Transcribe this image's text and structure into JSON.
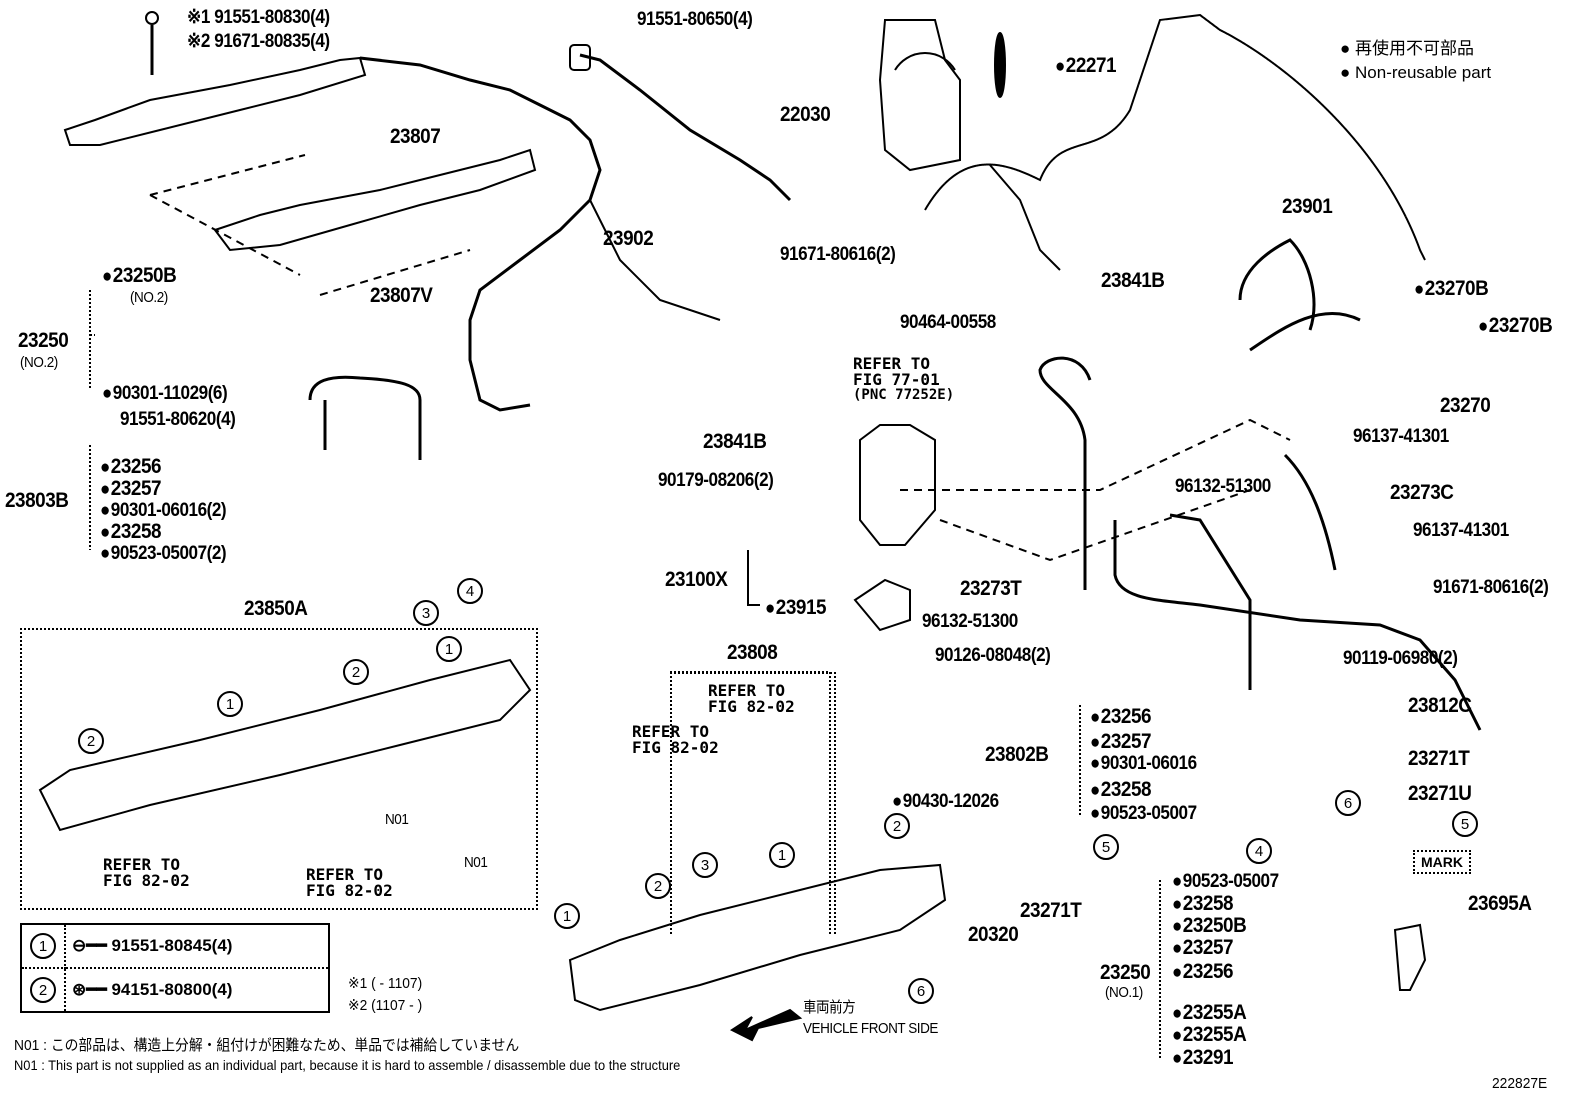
{
  "legend": {
    "ja": "再使用不可部品",
    "en": "Non-reusable part"
  },
  "figure_id": "222827E",
  "top_left": {
    "bolt_1": "※1 91551-80830(4)",
    "bolt_2": "※2 91671-80835(4)",
    "p23807": "23807",
    "p23807V": "23807V",
    "p23250B": "23250B",
    "p23250B_sub": "(NO.2)",
    "p23250": "23250",
    "p23250_sub": "(NO.2)",
    "p90301_11029": "90301-11029(6)",
    "p91551_80620": "91551-80620(4)"
  },
  "group_23803B": {
    "label": "23803B",
    "items": [
      "23256",
      "23257",
      "90301-06016(2)",
      "23258",
      "90523-05007(2)"
    ]
  },
  "group_23850A": {
    "label": "23850A",
    "refer_1": [
      "REFER TO",
      "FIG 82-02"
    ],
    "refer_2": [
      "REFER TO",
      "FIG 82-02"
    ],
    "n01_a": "N01",
    "n01_b": "N01"
  },
  "callouts": [
    "1",
    "2",
    "3",
    "4",
    "5",
    "6"
  ],
  "fastener_table": [
    {
      "num": "1",
      "part": "91551-80845(4)"
    },
    {
      "num": "2",
      "part": "94151-80800(4)"
    }
  ],
  "serial_notes": {
    "n1": "※1 (      - 1107)",
    "n2": "※2 (1107 -      )"
  },
  "footnotes": {
    "ja": "N01 : この部品は、構造上分解・組付けが困難なため、単品では補給していません",
    "en": "N01 : This part is not supplied as an individual part, because it is hard to assemble / disassemble due to the structure"
  },
  "top_center": {
    "p91551_80650": "91551-80650(4)",
    "p22030": "22030",
    "p22271": "22271",
    "p23902": "23902",
    "p91671_80616": "91671-80616(2)"
  },
  "center": {
    "p23841B_a": "23841B",
    "refer_77": [
      "REFER TO",
      "FIG 77-01",
      "(PNC 77252E)"
    ],
    "p90464_00558": "90464-00558",
    "p90179_08206": "90179-08206(2)",
    "p23100X": "23100X",
    "p23915": "23915",
    "p23273T": "23273T",
    "p96132_51300_a": "96132-51300",
    "p90126_08048": "90126-08048(2)"
  },
  "right_top": {
    "p23901": "23901",
    "p23841B_b": "23841B",
    "p23270B_a": "23270B",
    "p23270B_b": "23270B",
    "p23270": "23270",
    "p96137_41301_a": "96137-41301",
    "p96132_51300_b": "96132-51300",
    "p23273C": "23273C",
    "p96137_41301_b": "96137-41301",
    "p91671_80616_b": "91671-80616(2)",
    "p90119_06980": "90119-06980(2)",
    "p23812C": "23812C",
    "p23271T_a": "23271T",
    "p23271U": "23271U"
  },
  "group_23802B": {
    "label": "23802B",
    "items": [
      "23256",
      "23257",
      "90301-06016",
      "23258",
      "90523-05007"
    ]
  },
  "bottom_center": {
    "p23808": "23808",
    "refer_a": [
      "REFER TO",
      "FIG 82-02"
    ],
    "refer_b": [
      "REFER TO",
      "FIG 82-02"
    ],
    "p90430_12026": "90430-12026",
    "p20320": "20320",
    "p23271T_b": "23271T",
    "front_ja": "車両前方",
    "front_en": "VEHICLE FRONT SIDE"
  },
  "group_23250_no1": {
    "label": "23250",
    "sub": "(NO.1)",
    "items": [
      "90523-05007",
      "23258",
      "23250B",
      "23257",
      "23256",
      "23255A",
      "23255A",
      "23291"
    ],
    "mark": "MARK",
    "p23695A": "23695A"
  }
}
